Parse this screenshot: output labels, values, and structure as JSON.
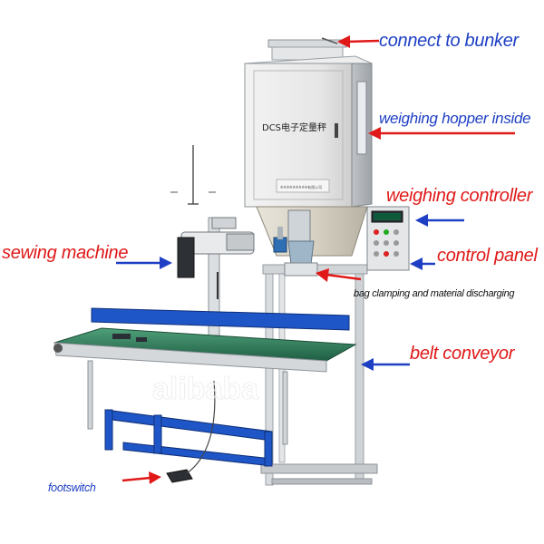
{
  "machine": {
    "cabinet_label": "DCS电子定量秤",
    "cabinet_sublabel": "※※※※※※※※※有限公司",
    "watermark": "alibaba"
  },
  "callouts": [
    {
      "key": "bunker",
      "text": "connect to bunker",
      "text_color": "#1e3fc4",
      "arrow_color": "#e01818"
    },
    {
      "key": "hopper",
      "text": "weighing hopper inside",
      "text_color": "#1e3fc4",
      "arrow_color": "#e01818"
    },
    {
      "key": "controller",
      "text": "weighing controller",
      "text_color": "#e01818",
      "arrow_color": "#1e3fc4"
    },
    {
      "key": "panel",
      "text": "control panel",
      "text_color": "#e01818",
      "arrow_color": "#1e3fc4"
    },
    {
      "key": "sewing",
      "text": "sewing machine",
      "text_color": "#e01818",
      "arrow_color": "#1e3fc4"
    },
    {
      "key": "clamp",
      "text": "bag clamping and material discharging",
      "text_color": "#111111",
      "arrow_color": "#e01818"
    },
    {
      "key": "belt",
      "text": "belt conveyor",
      "text_color": "#e01818",
      "arrow_color": "#1e3fc4"
    },
    {
      "key": "footswitch",
      "text": "footswitch",
      "text_color": "#1e3fc4",
      "arrow_color": "#e01818"
    }
  ]
}
